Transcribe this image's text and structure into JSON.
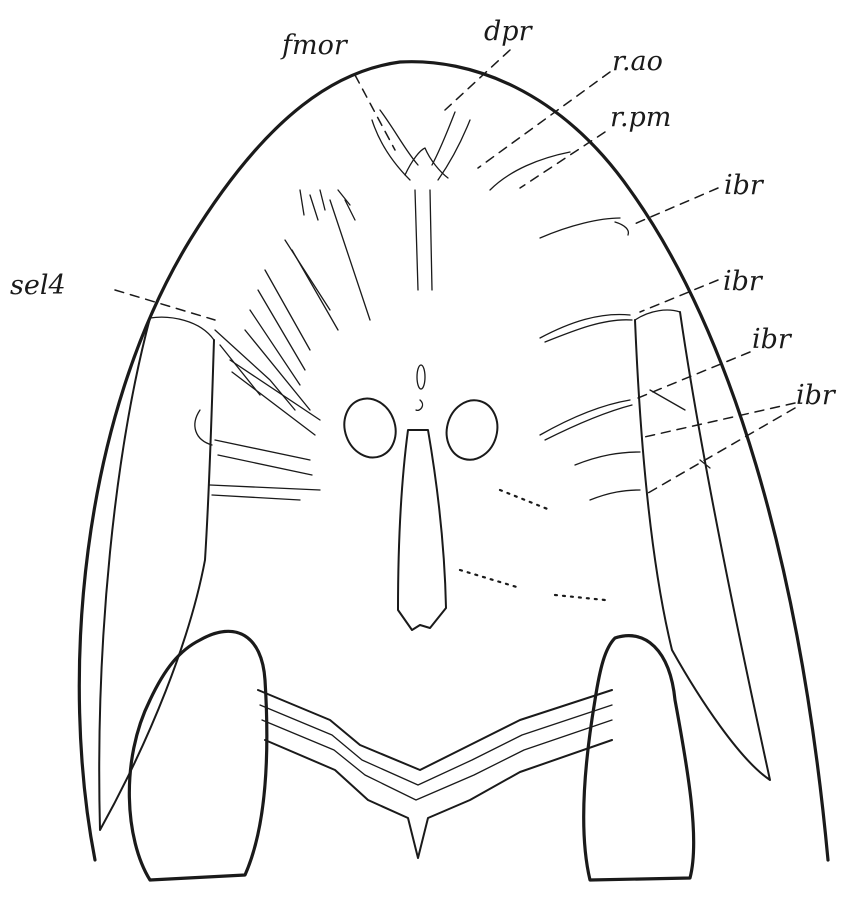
{
  "figure": {
    "labels": {
      "fmor": "fmor",
      "dpr": "dpr",
      "r_ao": "r.ao",
      "r_pm": "r.pm",
      "ibr_1": "ibr",
      "ibr_2": "ibr",
      "ibr_3": "ibr",
      "ibr_4": "ibr",
      "sel4": "sel4"
    }
  }
}
